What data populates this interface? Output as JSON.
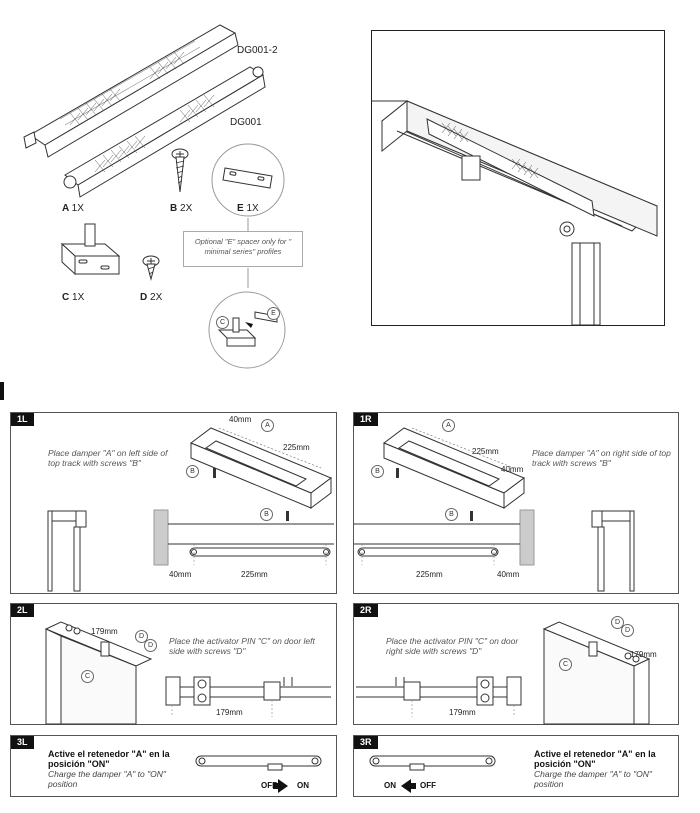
{
  "parts": {
    "dg001_2": "DG001-2",
    "dg001": "DG001",
    "a": {
      "letter": "A",
      "qty": "1X"
    },
    "b": {
      "letter": "B",
      "qty": "2X"
    },
    "e": {
      "letter": "E",
      "qty": "1X"
    },
    "c": {
      "letter": "C",
      "qty": "1X"
    },
    "d": {
      "letter": "D",
      "qty": "2X"
    },
    "spacer_note": "Optional \"E\" spacer only for \" minimal series\" profiles",
    "callout_c": "C",
    "callout_e": "E"
  },
  "step_1L": {
    "tag": "1L",
    "instruction": "Place damper \"A\" on left side of top track with screws \"B\"",
    "dim_40": "40mm",
    "dim_225": "225mm",
    "callout_a": "A",
    "callout_b1": "B",
    "callout_b2": "B",
    "bottom_40": "40mm",
    "bottom_225": "225mm"
  },
  "step_1R": {
    "tag": "1R",
    "instruction": "Place damper \"A\" on right side of top track with screws \"B\"",
    "dim_225": "225mm",
    "dim_40": "40mm",
    "callout_a": "A",
    "callout_b1": "B",
    "callout_b2": "B",
    "bottom_225": "225mm",
    "bottom_40": "40mm"
  },
  "step_2L": {
    "tag": "2L",
    "instruction": "Place the activator PIN \"C\" on door left side with screws \"D\"",
    "dim_top": "179mm",
    "dim_bottom": "179mm",
    "callout_c": "C",
    "callout_d1": "D",
    "callout_d2": "D"
  },
  "step_2R": {
    "tag": "2R",
    "instruction": "Place the activator PIN \"C\" on door right side with screws \"D\"",
    "dim_top": "179mm",
    "dim_bottom": "179mm",
    "callout_c": "C",
    "callout_d1": "D",
    "callout_d2": "D"
  },
  "step_3L": {
    "tag": "3L",
    "es": "Active el retenedor \"A\" en la posición \"ON\"",
    "en": "Charge the damper \"A\" to \"ON\" position",
    "off": "OFF",
    "on": "ON"
  },
  "step_3R": {
    "tag": "3R",
    "es": "Active el retenedor \"A\" en la posición \"ON\"",
    "en": "Charge the damper \"A\" to \"ON\" position",
    "on": "ON",
    "off": "OFF"
  }
}
